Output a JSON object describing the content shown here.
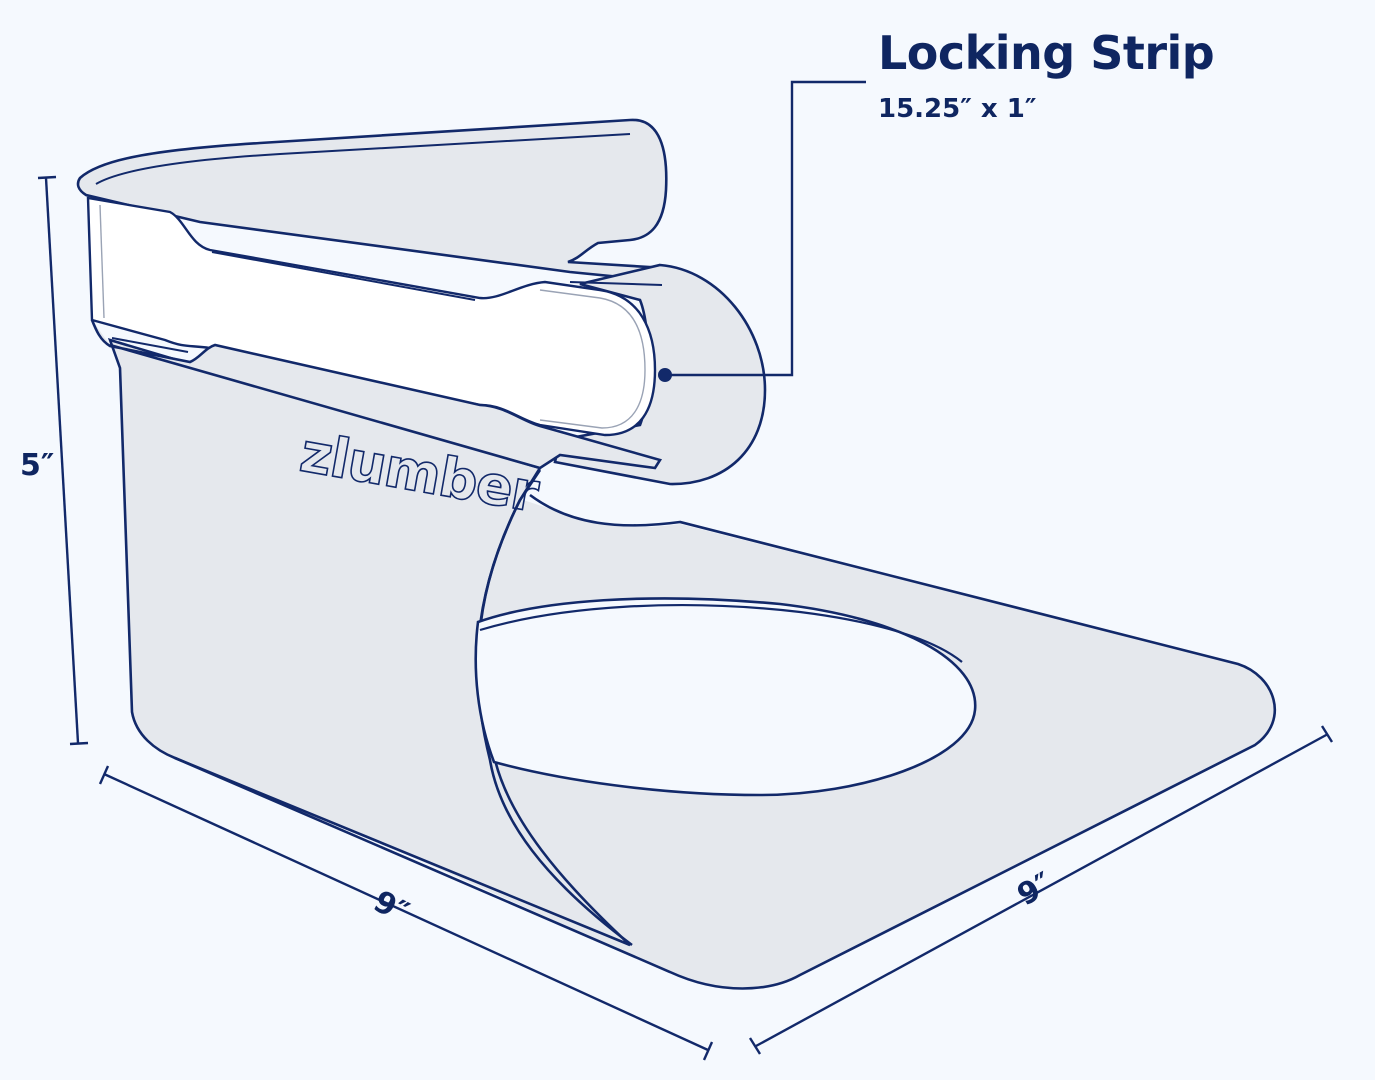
{
  "callout": {
    "title": "Locking Strip",
    "size": "15.25″ x 1″"
  },
  "dimensions": {
    "height": "5″",
    "depth": "9″",
    "width": "9″"
  },
  "brand": {
    "name": "zlumber"
  },
  "colors": {
    "background": "#f5f9fe",
    "outline": "#12296a",
    "body_fill": "#e5e8ed",
    "strip_fill": "#ffffff",
    "text": "#0f2661"
  }
}
